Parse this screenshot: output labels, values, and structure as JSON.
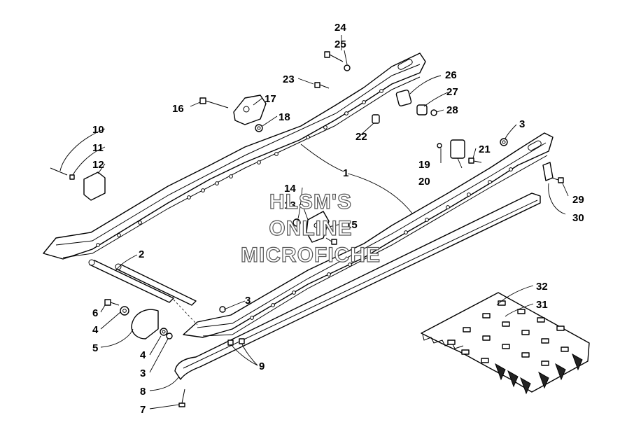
{
  "watermark": {
    "line1": "HLSM'S",
    "line2": "ONLINE",
    "line3": "MICROFICHE"
  },
  "callouts": [
    "1",
    "2",
    "3",
    "3",
    "3",
    "4",
    "4",
    "5",
    "6",
    "7",
    "8",
    "9",
    "10",
    "11",
    "12",
    "13",
    "14",
    "15",
    "16",
    "17",
    "18",
    "19",
    "20",
    "21",
    "22",
    "23",
    "24",
    "25",
    "26",
    "27",
    "28",
    "29",
    "30",
    "31",
    "32"
  ]
}
